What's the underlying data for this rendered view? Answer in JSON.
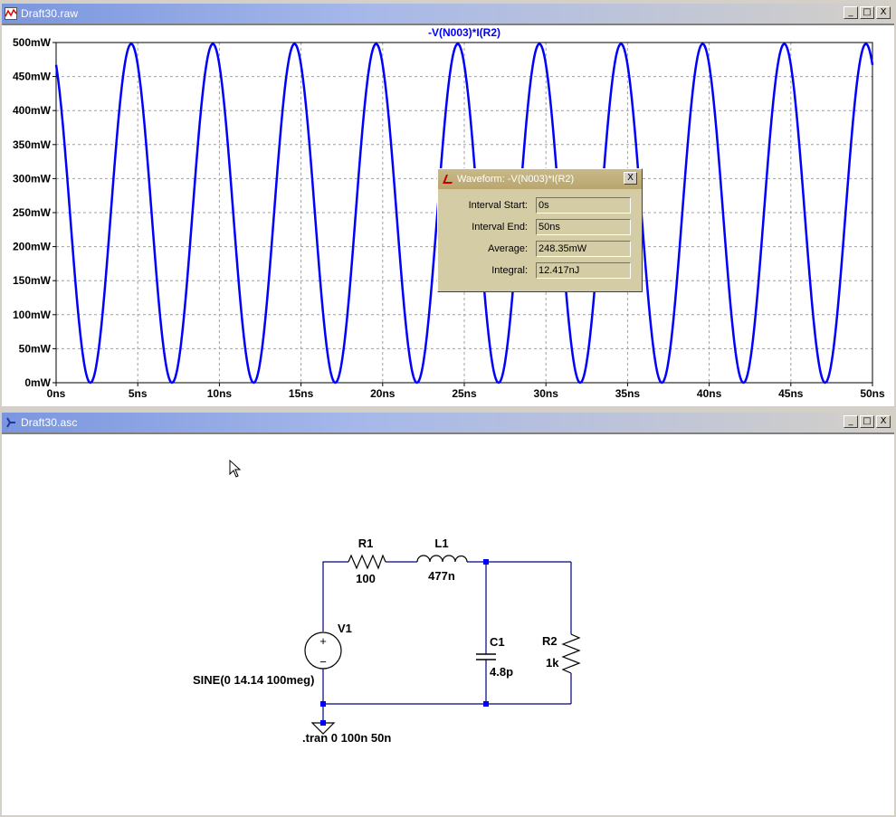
{
  "waveform_window": {
    "title": "Draft30.raw",
    "window_buttons": [
      "_",
      "□",
      "X"
    ]
  },
  "chart_data": {
    "type": "line",
    "title": "-V(N003)*I(R2)",
    "xlabel": "",
    "ylabel": "",
    "x_ticks": [
      "0ns",
      "5ns",
      "10ns",
      "15ns",
      "20ns",
      "25ns",
      "30ns",
      "35ns",
      "40ns",
      "45ns",
      "50ns"
    ],
    "y_ticks": [
      "0mW",
      "50mW",
      "100mW",
      "150mW",
      "200mW",
      "250mW",
      "300mW",
      "350mW",
      "400mW",
      "450mW",
      "500mW"
    ],
    "xlim": [
      0,
      50
    ],
    "ylim": [
      0,
      500
    ],
    "grid": true,
    "series": [
      {
        "name": "-V(N003)*I(R2)",
        "color": "#0000ff",
        "formula": "248.35 + 250*cos(2*pi*(t - 4.6)/5)",
        "x": [
          0,
          2.1,
          4.6,
          7.1,
          9.6,
          12.1,
          14.6,
          17.1,
          19.6,
          22.1,
          24.6,
          27.1,
          29.6,
          32.1,
          34.6,
          37.1,
          39.6,
          42.1,
          44.6,
          47.1,
          49.6,
          50
        ],
        "y": [
          455,
          0,
          498,
          0,
          498,
          0,
          498,
          0,
          498,
          0,
          498,
          0,
          498,
          0,
          498,
          0,
          498,
          0,
          498,
          0,
          498,
          455
        ]
      }
    ]
  },
  "measure_dialog": {
    "title": "Waveform: -V(N003)*I(R2)",
    "rows": [
      {
        "label": "Interval Start:",
        "value": "0s"
      },
      {
        "label": "Interval End:",
        "value": "50ns"
      },
      {
        "label": "Average:",
        "value": "248.35mW"
      },
      {
        "label": "Integral:",
        "value": "12.417nJ"
      }
    ],
    "close_label": "X"
  },
  "schematic_window": {
    "title": "Draft30.asc",
    "window_buttons": [
      "_",
      "□",
      "X"
    ]
  },
  "schematic": {
    "R1": {
      "name": "R1",
      "value": "100"
    },
    "L1": {
      "name": "L1",
      "value": "477n"
    },
    "C1": {
      "name": "C1",
      "value": "4.8p"
    },
    "R2": {
      "name": "R2",
      "value": "1k"
    },
    "V1": {
      "name": "V1",
      "value": "SINE(0 14.14 100meg)"
    },
    "directive": ".tran 0 100n 50n"
  },
  "colors": {
    "trace": "#0000ff",
    "grid": "#a0a0a0",
    "wire": "#000080",
    "node": "#0000ff",
    "title_bar": "#7a96df"
  }
}
